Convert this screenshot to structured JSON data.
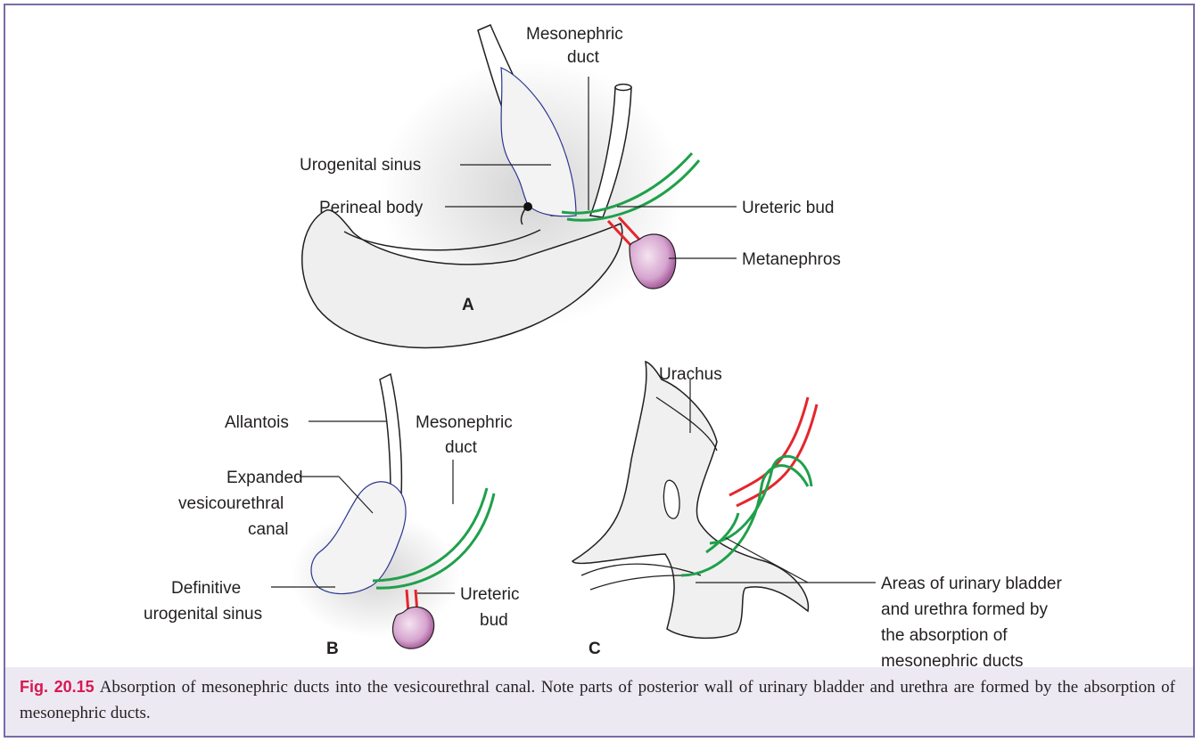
{
  "panels": {
    "a": {
      "letter": "A",
      "labels": {
        "mesonephric_duct_1": "Mesonephric",
        "mesonephric_duct_2": "duct",
        "urogenital_sinus": "Urogenital sinus",
        "perineal_body": "Perineal body",
        "ureteric_bud": "Ureteric bud",
        "metanephros": "Metanephros"
      }
    },
    "b": {
      "letter": "B",
      "labels": {
        "allantois": "Allantois",
        "mesonephric_duct_1": "Mesonephric",
        "mesonephric_duct_2": "duct",
        "expanded_1": "Expanded",
        "expanded_2": "vesicourethral",
        "expanded_3": "canal",
        "definitive_1": "Definitive",
        "definitive_2": "urogenital sinus",
        "ureteric_bud_1": "Ureteric",
        "ureteric_bud_2": "bud"
      }
    },
    "c": {
      "letter": "C",
      "labels": {
        "urachus": "Urachus",
        "areas_1": "Areas of urinary bladder",
        "areas_2": "and urethra formed by",
        "areas_3": "the absorption of",
        "areas_4": "mesonephric ducts"
      }
    }
  },
  "caption": {
    "figure_number": "Fig. 20.15",
    "text": "Absorption of mesonephric ducts into the vesicourethral canal. Note parts of posterior wall of urinary bladder and urethra are formed by the absorption of mesonephric ducts."
  },
  "colors": {
    "border": "#7a6aa8",
    "caption_bg": "#ede9f3",
    "figure_number": "#d8174f",
    "mesonephric_duct": "#1fa04a",
    "ureteric_bud": "#e5262c",
    "urogenital_outline": "#2b3590",
    "metanephros": "#c98cc0"
  }
}
